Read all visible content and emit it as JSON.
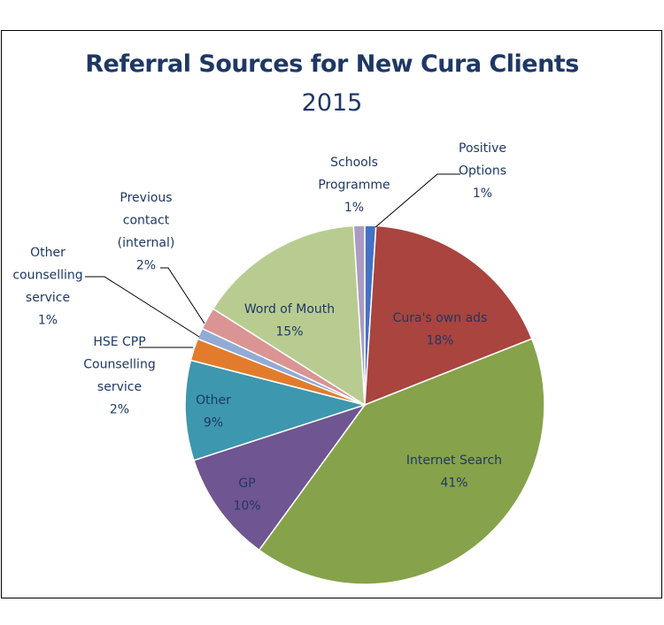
{
  "chart_data": {
    "type": "pie",
    "title": "Referral Sources for New Cura Clients",
    "subtitle": "2015",
    "slices": [
      {
        "label": [
          "Positive",
          "Options",
          "1%"
        ],
        "value": 1,
        "color": "#4472c4"
      },
      {
        "label": [
          "Cura's own ads",
          "18%"
        ],
        "value": 18,
        "color": "#a9443f"
      },
      {
        "label": [
          "Internet Search",
          "41%"
        ],
        "value": 41,
        "color": "#86a24a"
      },
      {
        "label": [
          "GP",
          "10%"
        ],
        "value": 10,
        "color": "#6f5591"
      },
      {
        "label": [
          "Other",
          "9%"
        ],
        "value": 9,
        "color": "#3d97ae"
      },
      {
        "label": [
          "HSE CPP",
          "Counselling",
          "service",
          "2%"
        ],
        "value": 2,
        "color": "#e27c2c"
      },
      {
        "label": [
          "Other",
          "counselling",
          "service",
          "1%"
        ],
        "value": 1,
        "color": "#92aad6"
      },
      {
        "label": [
          "Previous",
          "contact",
          "(internal)",
          "2%"
        ],
        "value": 2,
        "color": "#d99493"
      },
      {
        "label": [
          "Word of Mouth",
          "15%"
        ],
        "value": 15,
        "color": "#b8cc91"
      },
      {
        "label": [
          "Schools",
          "Programme",
          "1%"
        ],
        "value": 1,
        "color": "#ab9bc2"
      }
    ]
  }
}
